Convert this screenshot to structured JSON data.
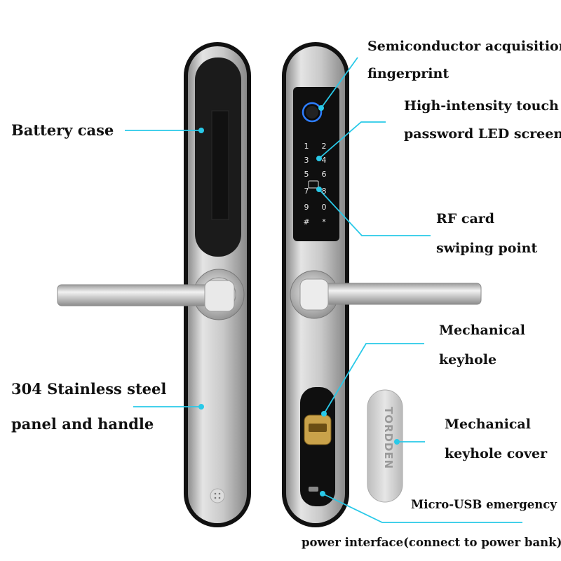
{
  "callouts": {
    "battery_case": "Battery case",
    "stainless_line1": "304 Stainless steel",
    "stainless_line2": "panel and handle",
    "fingerprint_line1": "Semiconductor acquisition",
    "fingerprint_line2": "fingerprint",
    "touch_line1": "High-intensity touch",
    "touch_line2": "password LED screen",
    "rf_line1": "RF card",
    "rf_line2": "swiping point",
    "keyhole_line1": "Mechanical",
    "keyhole_line2": "keyhole",
    "cover_line1": "Mechanical",
    "cover_line2": "keyhole cover",
    "usb_line1": "Micro-USB emergency",
    "usb_line2": "power interface(connect to power bank)"
  },
  "keypad": [
    "1",
    "2",
    "3",
    "4",
    "5",
    "6",
    "7",
    "8",
    "9",
    "0",
    "#",
    "*"
  ],
  "brand_text": "TORDDEN",
  "colors": {
    "callout_line": "#29c9e8",
    "steel_light": "#d9d9d9",
    "steel_dark": "#9a9a9a",
    "panel_black": "#1a1a1a",
    "brass": "#c9a24a"
  }
}
